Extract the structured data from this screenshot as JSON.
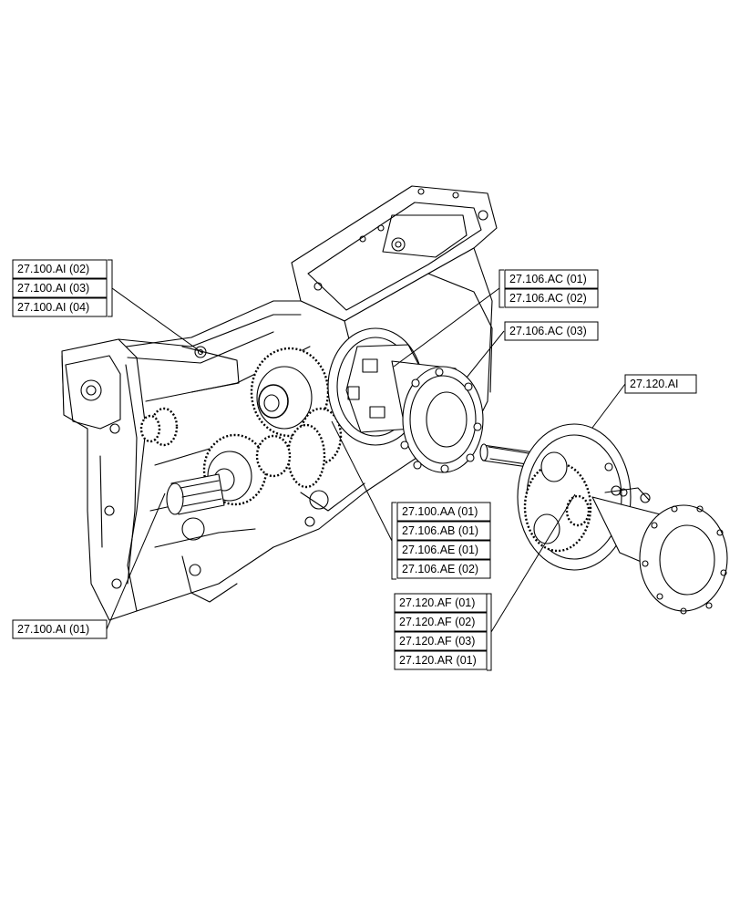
{
  "labels": {
    "l_100ai_02": "27.100.AI (02)",
    "l_100ai_03": "27.100.AI (03)",
    "l_100ai_04": "27.100.AI (04)",
    "l_106ac_01": "27.106.AC (01)",
    "l_106ac_02": "27.106.AC (02)",
    "l_106ac_03": "27.106.AC (03)",
    "l_120ai": "27.120.AI",
    "l_100aa_01": "27.100.AA (01)",
    "l_106ab_01": "27.106.AB (01)",
    "l_106ae_01": "27.106.AE (01)",
    "l_106ae_02": "27.106.AE (02)",
    "l_100ai_01": "27.100.AI (01)",
    "l_120af_01": "27.120.AF (01)",
    "l_120af_02": "27.120.AF (02)",
    "l_120af_03": "27.120.AF (03)",
    "l_120ar_01": "27.120.AR (01)"
  }
}
